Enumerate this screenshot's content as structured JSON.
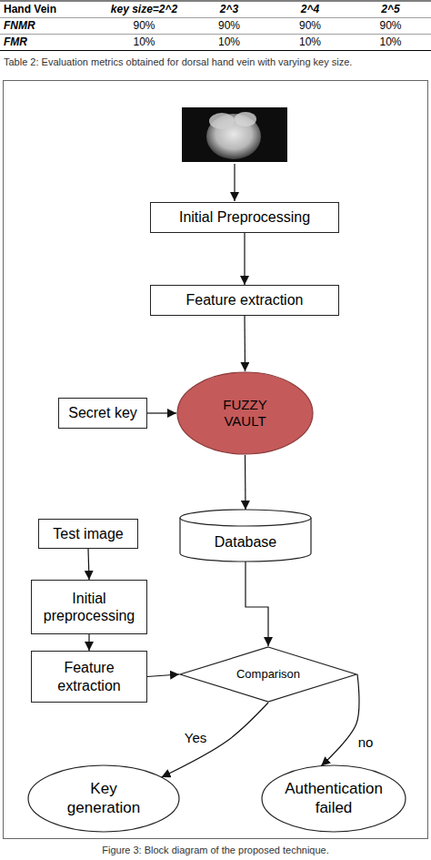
{
  "diagram": {
    "caption": "Figure 3: Block diagram of the proposed technique.",
    "nodes": [
      {
        "text": [
          "Initial Preprocessing"
        ]
      },
      {
        "text": [
          "Feature extraction"
        ]
      },
      {
        "text": [
          "Secret key"
        ]
      },
      {
        "text": [
          "FUZZY VAULT"
        ]
      },
      {
        "text": [
          "Database"
        ]
      },
      {
        "text": [
          "Test image"
        ]
      },
      {
        "text": [
          "Initial preprocessing"
        ]
      },
      {
        "text": [
          "Feature extraction"
        ]
      },
      {
        "text": [
          "Comparison"
        ]
      },
      {
        "text": [
          "Key generation"
        ]
      },
      {
        "text": [
          "Authentication failed"
        ]
      }
    ],
    "edges": [
      {
        "from": 0,
        "to": 1,
        "arrow": "to"
      },
      {
        "from": 1,
        "to": 3,
        "arrow": "to"
      },
      {
        "from": 2,
        "to": 3,
        "arrow": "to"
      },
      {
        "from": 3,
        "to": 4,
        "arrow": "to"
      },
      {
        "from": 5,
        "to": 6,
        "arrow": "to"
      },
      {
        "from": 6,
        "to": 7,
        "arrow": "to"
      },
      {
        "from": 7,
        "to": 8,
        "arrow": "to"
      },
      {
        "from": 4,
        "to": 8,
        "arrow": "to"
      },
      {
        "from": 8,
        "to": 9,
        "label": "Yes",
        "arrow": "to"
      },
      {
        "from": 8,
        "to": 10,
        "label": "no",
        "arrow": "to"
      }
    ],
    "labels": [
      "Hand Vein",
      "key size=2^2",
      "2^3",
      "2^4",
      "2^5",
      "FNMR",
      "90%",
      "90%",
      "90%",
      "90%",
      "FMR",
      "10%",
      "10%",
      "10%",
      "10%",
      "Table 2: Evaluation metrics obtained for dorsal hand vein with varying key size."
    ]
  }
}
